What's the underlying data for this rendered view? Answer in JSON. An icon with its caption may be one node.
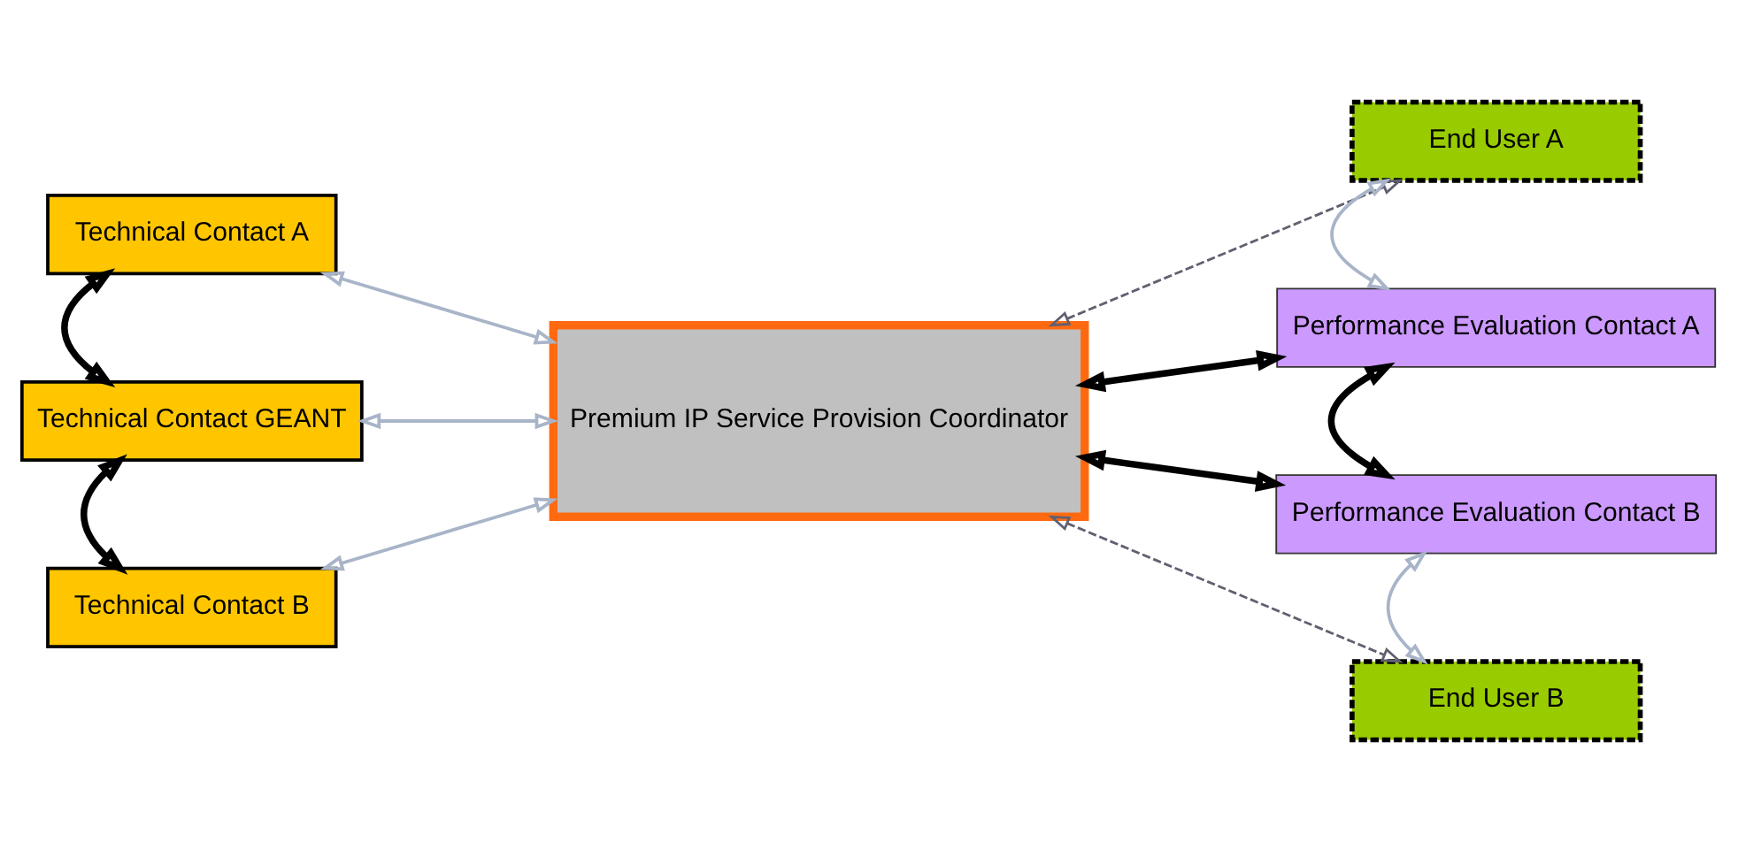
{
  "diagram": {
    "nodes": [
      {
        "text": [
          "Technical Contact A"
        ]
      },
      {
        "text": [
          "Technical Contact GEANT"
        ]
      },
      {
        "text": [
          "Technical Contact B"
        ]
      },
      {
        "text": [
          "Premium IP Service Provision Coordinator"
        ]
      },
      {
        "text": [
          "End User A"
        ]
      },
      {
        "text": [
          "Performance Evaluation Contact A"
        ]
      },
      {
        "text": [
          "Performance Evaluation Contact B"
        ]
      },
      {
        "text": [
          "End User B"
        ]
      }
    ],
    "edges": [
      {
        "from": 0,
        "to": 1,
        "arrow": "both",
        "style": "thick"
      },
      {
        "from": 1,
        "to": 2,
        "arrow": "both",
        "style": "thick"
      },
      {
        "from": 0,
        "to": 3,
        "arrow": "both",
        "color": "#a8b4c8"
      },
      {
        "from": 1,
        "to": 3,
        "arrow": "both",
        "color": "#a8b4c8"
      },
      {
        "from": 2,
        "to": 3,
        "arrow": "both",
        "color": "#a8b4c8"
      },
      {
        "from": 3,
        "to": 4,
        "arrow": "both",
        "style": "dashed",
        "color": "#606070"
      },
      {
        "from": 3,
        "to": 5,
        "arrow": "both",
        "style": "thick"
      },
      {
        "from": 3,
        "to": 6,
        "arrow": "both",
        "style": "thick"
      },
      {
        "from": 4,
        "to": 5,
        "arrow": "both",
        "color": "#a8b4c8"
      },
      {
        "from": 5,
        "to": 6,
        "arrow": "both",
        "style": "thick"
      },
      {
        "from": 6,
        "to": 7,
        "arrow": "both",
        "color": "#a8b4c8"
      },
      {
        "from": 3,
        "to": 7,
        "arrow": "both",
        "style": "dashed",
        "color": "#606070"
      }
    ]
  }
}
